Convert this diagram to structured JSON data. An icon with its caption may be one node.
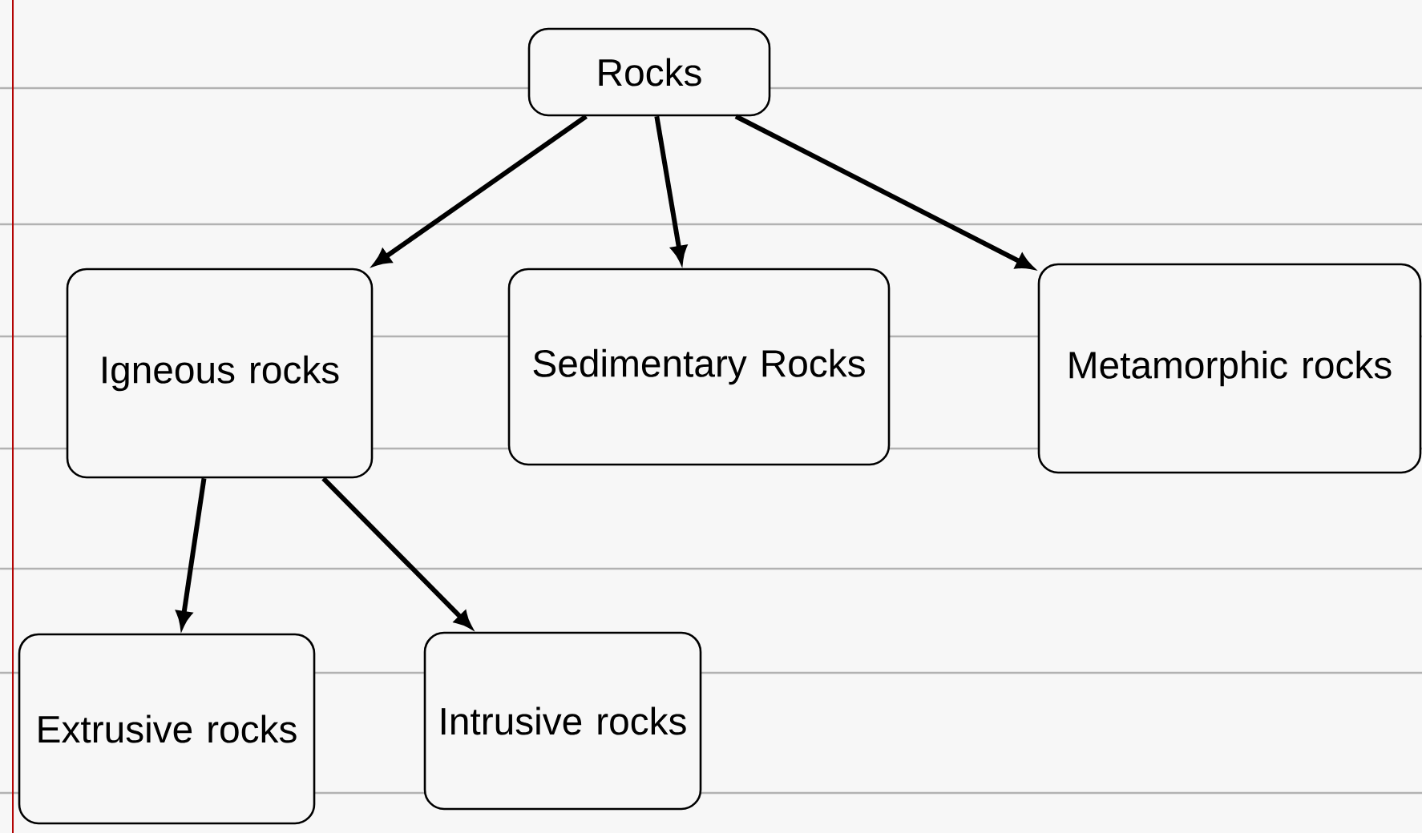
{
  "diagram": {
    "nodes": [
      {
        "text": [
          "Rocks"
        ]
      },
      {
        "text": [
          "Igneous rocks"
        ]
      },
      {
        "text": [
          "Sedimentary Rocks"
        ]
      },
      {
        "text": [
          "Metamorphic rocks"
        ]
      },
      {
        "text": [
          "Extrusive rocks"
        ]
      },
      {
        "text": [
          "Intrusive rocks"
        ]
      }
    ],
    "edges": [
      {
        "from": 0,
        "to": 1,
        "arrow": "to"
      },
      {
        "from": 0,
        "to": 2,
        "arrow": "to"
      },
      {
        "from": 0,
        "to": 3,
        "arrow": "to"
      },
      {
        "from": 1,
        "to": 4,
        "arrow": "to"
      },
      {
        "from": 1,
        "to": 5,
        "arrow": "to"
      }
    ]
  }
}
